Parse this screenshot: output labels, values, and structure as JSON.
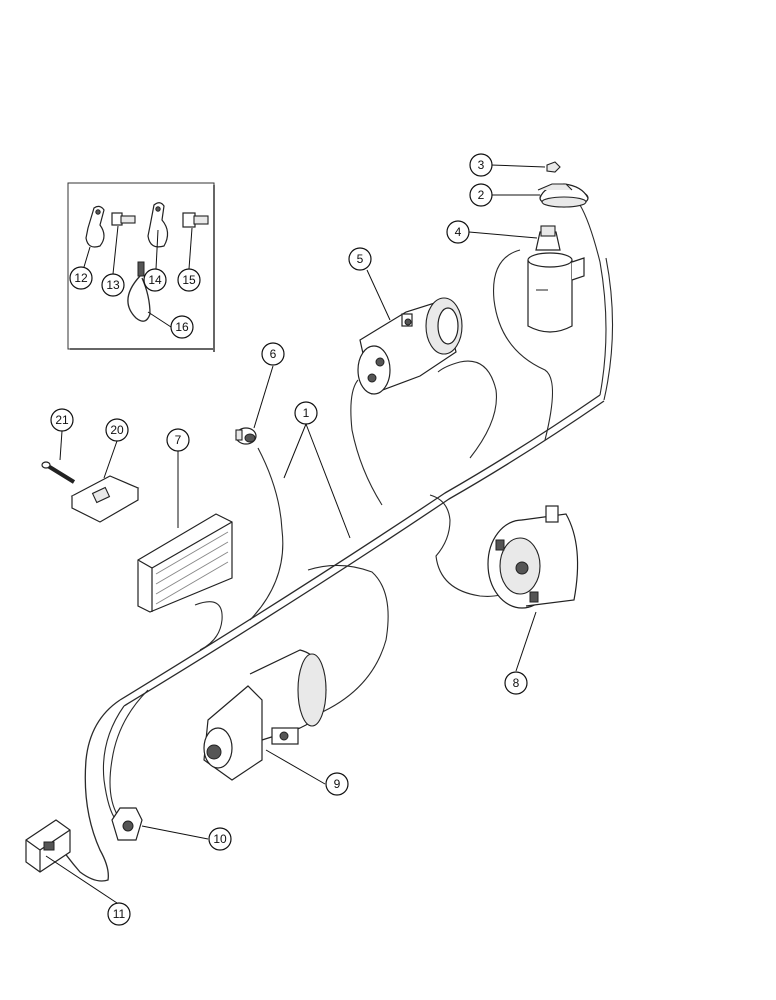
{
  "diagram": {
    "callouts": [
      {
        "id": "c1",
        "label": "1"
      },
      {
        "id": "c2",
        "label": "2"
      },
      {
        "id": "c3",
        "label": "3"
      },
      {
        "id": "c4",
        "label": "4"
      },
      {
        "id": "c5",
        "label": "5"
      },
      {
        "id": "c6",
        "label": "6"
      },
      {
        "id": "c7",
        "label": "7"
      },
      {
        "id": "c8",
        "label": "8"
      },
      {
        "id": "c9",
        "label": "9"
      },
      {
        "id": "c10",
        "label": "10"
      },
      {
        "id": "c11",
        "label": "11"
      },
      {
        "id": "c12",
        "label": "12"
      },
      {
        "id": "c13",
        "label": "13"
      },
      {
        "id": "c14",
        "label": "14"
      },
      {
        "id": "c15",
        "label": "15"
      },
      {
        "id": "c16",
        "label": "16"
      },
      {
        "id": "c20",
        "label": "20"
      },
      {
        "id": "c21",
        "label": "21"
      }
    ]
  }
}
